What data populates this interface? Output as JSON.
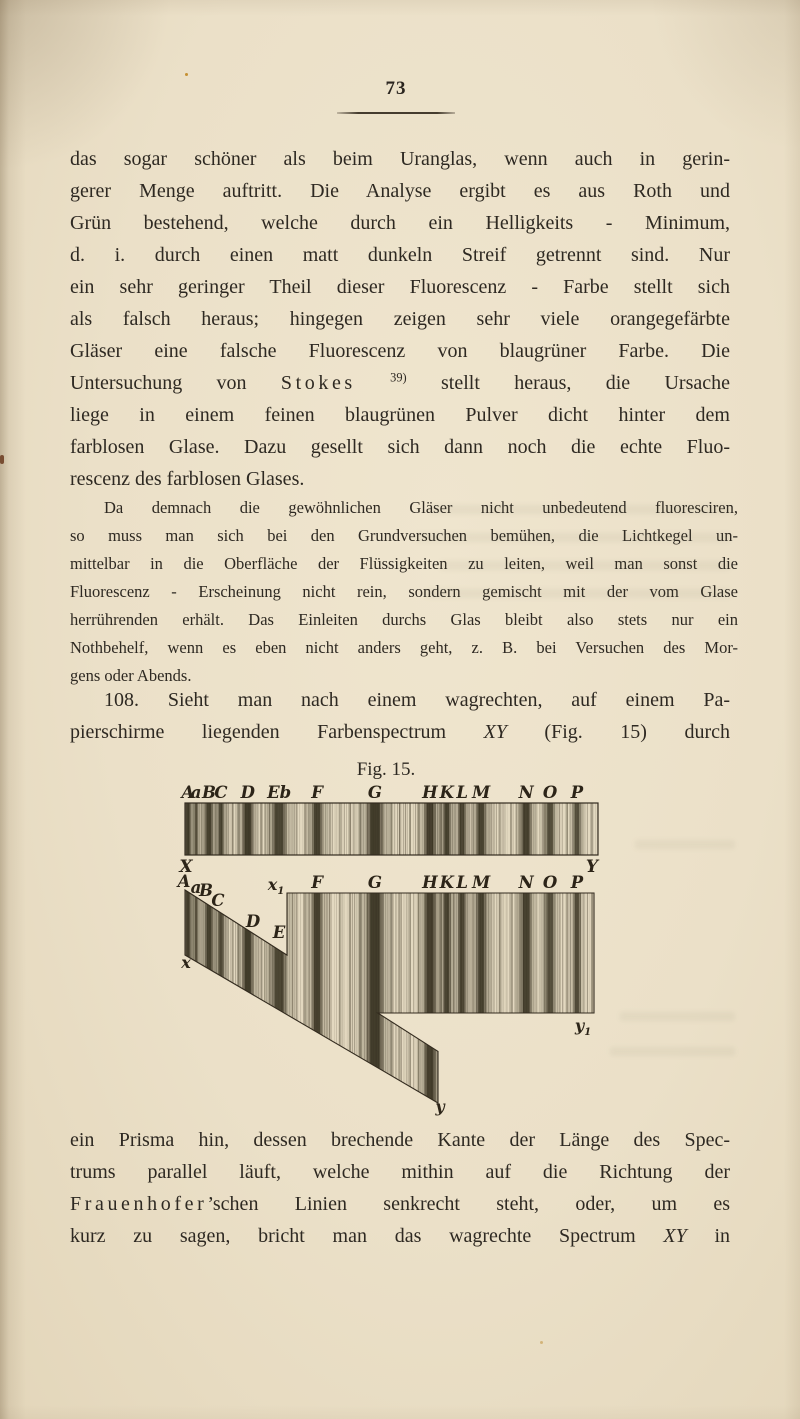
{
  "page_number": "73",
  "figure": {
    "caption": "Fig. 15.",
    "upper_corners": {
      "left": "X",
      "right": "Y"
    },
    "lower_corners": [
      {
        "t": "x",
        "sub": ""
      },
      {
        "t": "x",
        "sub": "1"
      },
      {
        "t": "y",
        "sub": "1"
      },
      {
        "t": "y",
        "sub": ""
      }
    ],
    "lower_diagonal_labels": [
      "A",
      "a",
      "B",
      "C",
      "D",
      "E"
    ],
    "lines": [
      {
        "label": "A",
        "f": 0.007,
        "w": 6,
        "d": 0.85
      },
      {
        "label": "a",
        "f": 0.027,
        "w": 4,
        "d": 0.6
      },
      {
        "label": "B",
        "f": 0.058,
        "w": 8,
        "d": 0.8
      },
      {
        "label": "C",
        "f": 0.087,
        "w": 6,
        "d": 0.7
      },
      {
        "label": "D",
        "f": 0.152,
        "w": 11,
        "d": 0.9
      },
      {
        "label": "Eb",
        "f": 0.228,
        "w": 15,
        "d": 0.8
      },
      {
        "label": "F",
        "f": 0.32,
        "w": 11,
        "d": 0.85
      },
      {
        "label": "G",
        "f": 0.46,
        "w": 17,
        "d": 0.9
      },
      {
        "label": "H",
        "f": 0.593,
        "w": 12,
        "d": 0.85
      },
      {
        "label": "K",
        "f": 0.634,
        "w": 8,
        "d": 0.8
      },
      {
        "label": "L",
        "f": 0.671,
        "w": 8,
        "d": 0.75
      },
      {
        "label": "M",
        "f": 0.717,
        "w": 10,
        "d": 0.8
      },
      {
        "label": "N",
        "f": 0.826,
        "w": 11,
        "d": 0.85
      },
      {
        "label": "O",
        "f": 0.884,
        "w": 10,
        "d": 0.7
      },
      {
        "label": "P",
        "f": 0.949,
        "w": 8,
        "d": 0.7
      }
    ],
    "minor_line_fractions": [
      0.115,
      0.13,
      0.185,
      0.205,
      0.27,
      0.29,
      0.35,
      0.375,
      0.4,
      0.425,
      0.5,
      0.52,
      0.545,
      0.565,
      0.62,
      0.665,
      0.762,
      0.79,
      0.81,
      0.87,
      0.925,
      0.985
    ]
  },
  "paragraphs": [
    {
      "size": "body",
      "lines": [
        {
          "j": true,
          "ind": false,
          "segs": [
            {
              "t": "das sogar schöner als beim Uranglas, wenn auch in gerin-"
            }
          ]
        },
        {
          "j": true,
          "ind": false,
          "segs": [
            {
              "t": "gerer Menge auftritt. Die Analyse ergibt es aus Roth und"
            }
          ]
        },
        {
          "j": true,
          "ind": false,
          "segs": [
            {
              "t": "Grün bestehend, welche durch ein Helligkeits - Minimum,"
            }
          ]
        },
        {
          "j": true,
          "ind": false,
          "segs": [
            {
              "t": "d. i. durch einen matt dunkeln Streif getrennt sind. Nur"
            }
          ]
        },
        {
          "j": true,
          "ind": false,
          "segs": [
            {
              "t": "ein sehr geringer Theil dieser Fluorescenz - Farbe stellt sich"
            }
          ]
        },
        {
          "j": true,
          "ind": false,
          "segs": [
            {
              "t": "als falsch heraus; hingegen zeigen sehr viele orangegefärbte"
            }
          ]
        },
        {
          "j": true,
          "ind": false,
          "segs": [
            {
              "t": "Gläser eine falsche Fluorescenz von blaugrüner Farbe. Die"
            }
          ]
        },
        {
          "j": true,
          "ind": false,
          "segs": [
            {
              "t": "Untersuchung von "
            },
            {
              "t": "Stokes",
              "st": "sp"
            },
            {
              "t": " "
            },
            {
              "t": "39)",
              "st": "sup"
            },
            {
              "t": " stellt heraus, die Ursache"
            }
          ]
        },
        {
          "j": true,
          "ind": false,
          "segs": [
            {
              "t": "liege in einem feinen blaugrünen Pulver dicht hinter dem"
            }
          ]
        },
        {
          "j": true,
          "ind": false,
          "segs": [
            {
              "t": "farblosen Glase. Dazu gesellt sich dann noch die echte Fluo-"
            }
          ]
        },
        {
          "j": false,
          "ind": false,
          "segs": [
            {
              "t": "rescenz des farblosen Glases."
            }
          ]
        }
      ]
    },
    {
      "size": "small",
      "lines": [
        {
          "j": true,
          "ind": true,
          "segs": [
            {
              "t": "Da demnach die gewöhnlichen Gläser nicht unbedeutend fluoresciren,"
            }
          ]
        },
        {
          "j": true,
          "ind": false,
          "segs": [
            {
              "t": "so muss man sich bei den Grundversuchen bemühen, die Lichtkegel un-"
            }
          ]
        },
        {
          "j": true,
          "ind": false,
          "segs": [
            {
              "t": "mittelbar in die Oberfläche der Flüssigkeiten zu leiten, weil man sonst die"
            }
          ]
        },
        {
          "j": true,
          "ind": false,
          "segs": [
            {
              "t": "Fluorescenz - Erscheinung nicht rein, sondern gemischt mit der vom Glase"
            }
          ]
        },
        {
          "j": true,
          "ind": false,
          "segs": [
            {
              "t": "herrührenden erhält. Das Einleiten durchs Glas bleibt also stets nur ein"
            }
          ]
        },
        {
          "j": true,
          "ind": false,
          "segs": [
            {
              "t": "Nothbehelf, wenn es eben nicht anders geht, z. B. bei Versuchen des Mor-"
            }
          ]
        },
        {
          "j": false,
          "ind": false,
          "segs": [
            {
              "t": "gens oder Abends."
            }
          ]
        }
      ]
    },
    {
      "size": "body",
      "lines": [
        {
          "j": true,
          "ind": true,
          "segs": [
            {
              "t": "108. Sieht man nach einem wagrechten, auf einem Pa-"
            }
          ]
        },
        {
          "j": true,
          "ind": false,
          "segs": [
            {
              "t": "pierschirme liegenden Farbenspectrum "
            },
            {
              "t": "XY",
              "st": "it"
            },
            {
              "t": " (Fig. 15) durch"
            }
          ]
        }
      ]
    },
    {
      "size": "body",
      "lines": [
        {
          "j": true,
          "ind": false,
          "segs": [
            {
              "t": "ein Prisma hin, dessen brechende Kante der Länge des Spec-"
            }
          ]
        },
        {
          "j": true,
          "ind": false,
          "segs": [
            {
              "t": "trums parallel läuft, welche mithin auf die Richtung der"
            }
          ]
        },
        {
          "j": true,
          "ind": false,
          "segs": [
            {
              "t": "Frauenhofer",
              "st": "sp"
            },
            {
              "t": "’schen Linien senkrecht steht, oder, um es"
            }
          ]
        },
        {
          "j": true,
          "ind": false,
          "segs": [
            {
              "t": "kurz zu sagen, bricht man das wagrechte Spectrum "
            },
            {
              "t": "XY",
              "st": "it"
            },
            {
              "t": " in"
            }
          ]
        }
      ]
    }
  ]
}
